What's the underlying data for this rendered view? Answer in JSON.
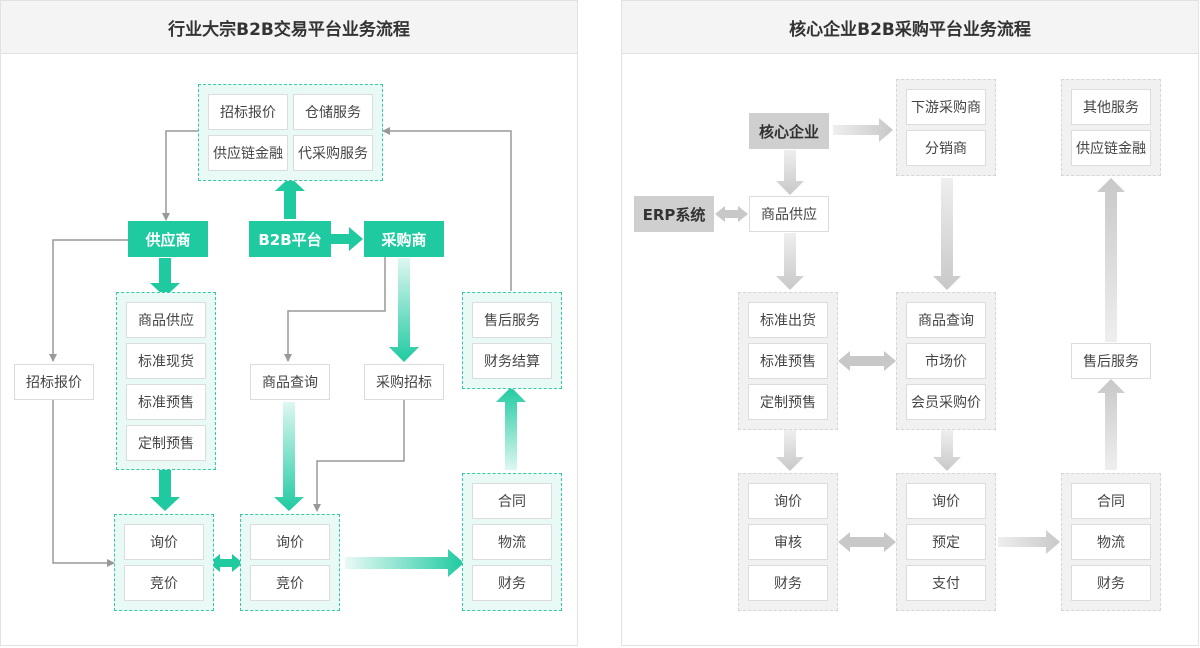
{
  "left": {
    "title": "行业大宗B2B交易平台业务流程",
    "services": [
      "招标报价",
      "仓储服务",
      "供应链金融",
      "代采购服务"
    ],
    "supplier": "供应商",
    "platform": "B2B平台",
    "buyer": "采购商",
    "bid_quote": "招标报价",
    "supplier_items": [
      "商品供应",
      "标准现货",
      "标准预售",
      "定制预售"
    ],
    "product_query": "商品查询",
    "purchase_bid": "采购招标",
    "after_sales": [
      "售后服务",
      "财务结算"
    ],
    "trade_left": [
      "询价",
      "竞价"
    ],
    "trade_mid": [
      "询价",
      "竞价"
    ],
    "contract": [
      "合同",
      "物流",
      "财务"
    ]
  },
  "right": {
    "title": "核心企业B2B采购平台业务流程",
    "core": "核心企业",
    "erp": "ERP系统",
    "product_supply": "商品供应",
    "downstream": [
      "下游采购商",
      "分销商"
    ],
    "other_services": [
      "其他服务",
      "供应链金融"
    ],
    "standard": [
      "标准出货",
      "标准预售",
      "定制预售"
    ],
    "market": [
      "商品查询",
      "市场价",
      "会员采购价"
    ],
    "after_sales": "售后服务",
    "review": [
      "询价",
      "审核",
      "财务"
    ],
    "booking": [
      "询价",
      "预定",
      "支付"
    ],
    "contract": [
      "合同",
      "物流",
      "财务"
    ]
  }
}
